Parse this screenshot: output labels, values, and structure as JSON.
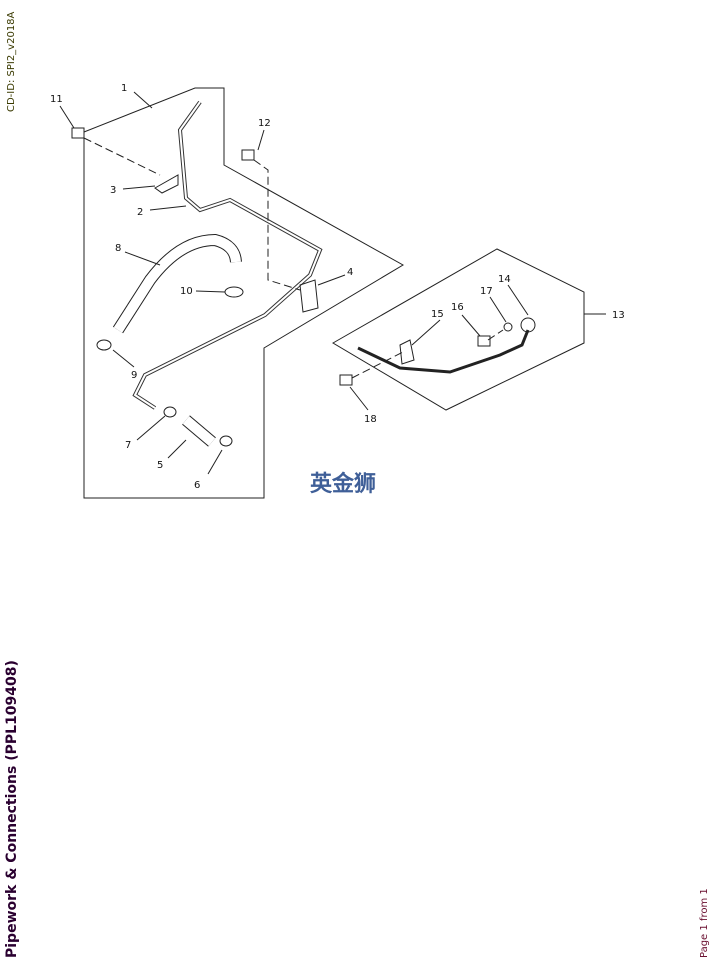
{
  "header": {
    "cd_id": "CD-ID: SPI2_v2018A"
  },
  "footer": {
    "title": "Pipework & Connections (PPL109408)",
    "page": "Page 1 from 1"
  },
  "diagram": {
    "watermark": "英金狮",
    "callouts": [
      "1",
      "2",
      "3",
      "4",
      "5",
      "6",
      "7",
      "8",
      "9",
      "10",
      "11",
      "12",
      "13",
      "14",
      "15",
      "16",
      "17",
      "18"
    ]
  }
}
